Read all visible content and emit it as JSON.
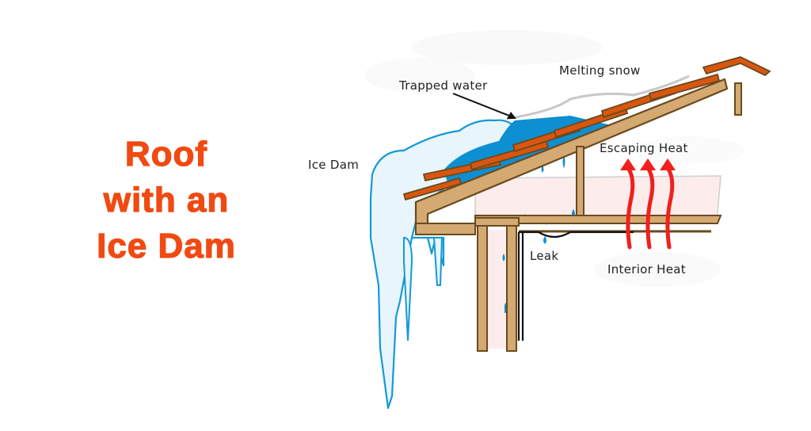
{
  "title": {
    "lines": [
      "Roof",
      "with an",
      "Ice Dam"
    ],
    "color": "#f04a12"
  },
  "labels": {
    "trapped_water": "Trapped water",
    "melting_snow": "Melting snow",
    "ice_dam": "Ice Dam",
    "escaping_heat": "Escaping Heat",
    "leak": "Leak",
    "interior_heat": "Interior Heat"
  },
  "colors": {
    "wood": "#d4aa72",
    "wood_outline": "#6a4a1e",
    "shingle": "#d9560f",
    "water": "#0d8fd1",
    "ice": "#e8f4fc",
    "insulation": "#fdecec",
    "heat_arrow": "#f0201c"
  }
}
